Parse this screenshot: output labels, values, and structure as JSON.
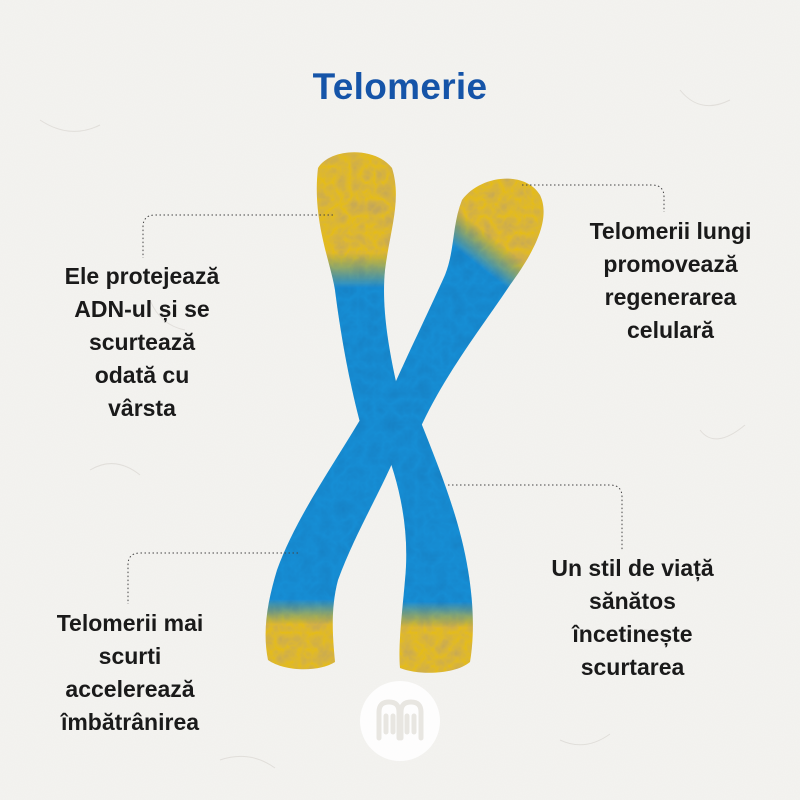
{
  "title": "Telomerie",
  "colors": {
    "title": "#1554a8",
    "chromatid": "#1f8fd6",
    "telomere": "#e6bd17",
    "background": "#f4f3f0"
  },
  "labels": {
    "top_left": [
      "Ele protejează",
      "ADN-ul și se",
      "scurtează",
      "odată cu",
      "vârsta"
    ],
    "top_right": [
      "Telomerii lungi",
      "promovează",
      "regenerarea",
      "celulară"
    ],
    "bottom_left": [
      "Telomerii mai",
      "scurti",
      "accelerează",
      "îmbătrânirea"
    ],
    "bottom_right": [
      "Un stil de viață",
      "sănătos",
      "încetinește",
      "scurtarea"
    ]
  },
  "logo_icon": "book-hands-icon"
}
